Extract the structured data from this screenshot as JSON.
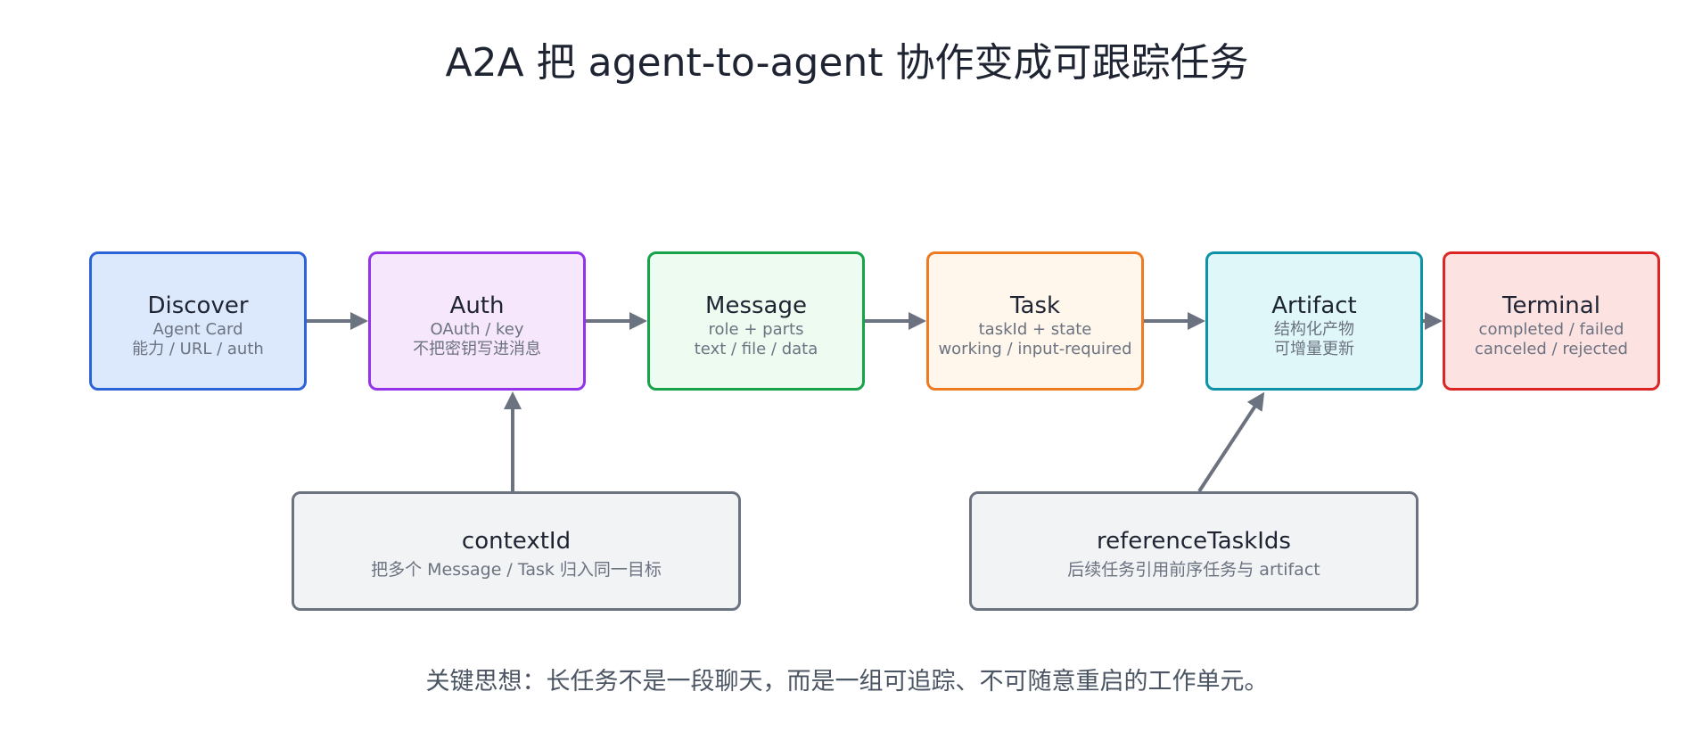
{
  "title": "A2A 把 agent-to-agent 协作变成可跟踪任务",
  "stages": [
    {
      "name": "Discover",
      "lines": [
        "Agent Card",
        "能力 / URL / auth"
      ],
      "border": "#2b63d9",
      "fill": "#dce9fc"
    },
    {
      "name": "Auth",
      "lines": [
        "OAuth / key",
        "不把密钥写进消息"
      ],
      "border": "#9333ea",
      "fill": "#f7e7fd"
    },
    {
      "name": "Message",
      "lines": [
        "role + parts",
        "text / file / data"
      ],
      "border": "#16a34a",
      "fill": "#eefbf1"
    },
    {
      "name": "Task",
      "lines": [
        "taskId + state",
        "working / input-required"
      ],
      "border": "#ee7a22",
      "fill": "#fff6ec"
    },
    {
      "name": "Artifact",
      "lines": [
        "结构化产物",
        "可增量更新"
      ],
      "border": "#0e93a6",
      "fill": "#e0f7fa"
    },
    {
      "name": "Terminal",
      "lines": [
        "completed / failed",
        "canceled / rejected"
      ],
      "border": "#dc2626",
      "fill": "#fde2e2"
    }
  ],
  "notes": [
    {
      "name": "contextId",
      "line": "把多个 Message / Task 归入同一目标",
      "target_stage": 1
    },
    {
      "name": "referenceTaskIds",
      "line": "后续任务引用前序任务与 artifact",
      "target_stage": 4
    }
  ],
  "note_style": {
    "border": "#6b7280",
    "fill": "#f1f3f5"
  },
  "arrow_color": "#6b7280",
  "footer": "关键思想：长任务不是一段聊天，而是一组可追踪、不可随意重启的工作单元。"
}
